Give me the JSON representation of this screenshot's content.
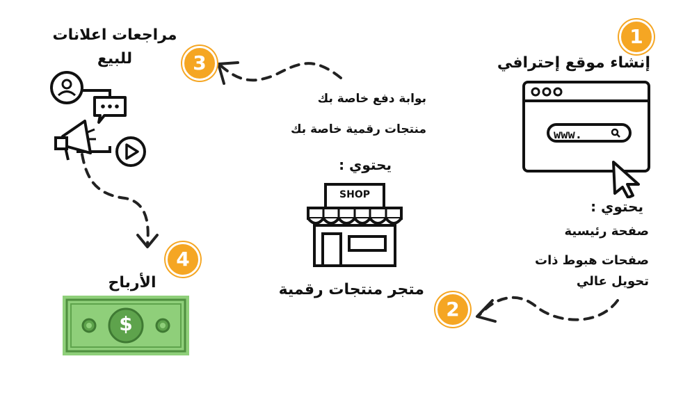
{
  "accent_color": "#f5a623",
  "money_color": "#8fcf7a",
  "step1": {
    "number": "1",
    "title": "إنشاء موقع إحترافي",
    "browser_url": "www.",
    "contains": "يحتوي :",
    "items": [
      "صفحة رئيسية",
      "صفحات هبوط ذات",
      "تحويل عالي"
    ]
  },
  "step2": {
    "number": "2",
    "title": "متجر منتجات رقمية",
    "shop_sign": "SHOP",
    "contains": "يحتوي :",
    "items": [
      "منتجات رقمية خاصة بك",
      "بوابة دفع خاصة بك"
    ]
  },
  "step3": {
    "number": "3",
    "title_line1": "مراجعات اعلانات",
    "title_line2": "للبيع"
  },
  "step4": {
    "number": "4",
    "title": "الأرباح",
    "currency_symbol": "$"
  }
}
